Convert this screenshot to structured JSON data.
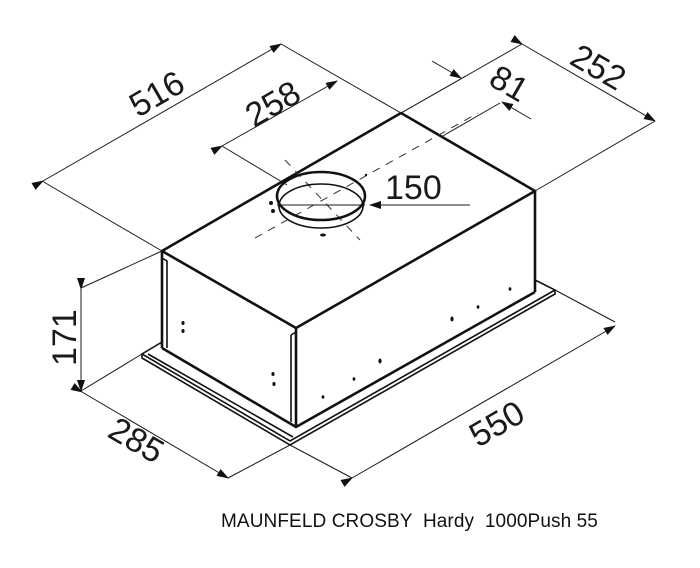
{
  "drawing": {
    "type": "isometric dimension drawing",
    "subject": "built-in cooker hood",
    "units": "mm",
    "dimensions": {
      "overall_depth": "516",
      "duct_offset_depth": "258",
      "duct_offset_side": "81",
      "top_width": "252",
      "duct_diameter": "150",
      "height": "171",
      "front_depth": "285",
      "length": "550"
    }
  },
  "caption": "MAUNFELD CROSBY  Hardy  1000Push 55",
  "colors": {
    "line": "#111111",
    "background": "#ffffff"
  }
}
